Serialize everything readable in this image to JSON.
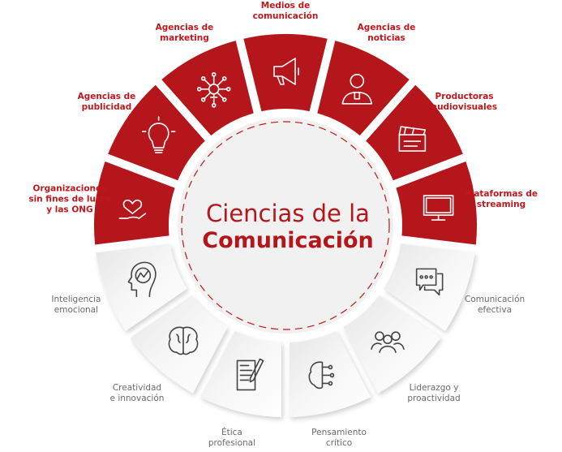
{
  "title": {
    "line1": "Ciencias de la",
    "line2": "Comunicación"
  },
  "colors": {
    "accent": "#b5161b",
    "segment_gray": "#f0f0f0",
    "label_gray": "#6a6a6a",
    "center_fill": "#f1f1f1"
  },
  "sectors": [
    {
      "label": [
        "Organizaciones",
        "sin fines de lucro",
        "y las ONG"
      ],
      "icon": "heart-hand-icon",
      "group": "red"
    },
    {
      "label": [
        "Agencias de",
        "publicidad"
      ],
      "icon": "lightbulb-icon",
      "group": "red"
    },
    {
      "label": [
        "Agencias de",
        "marketing"
      ],
      "icon": "network-bulb-icon",
      "group": "red"
    },
    {
      "label": [
        "Medios de",
        "comunicación"
      ],
      "icon": "megaphone-icon",
      "group": "red"
    },
    {
      "label": [
        "Agencias de",
        "noticias"
      ],
      "icon": "news-anchor-icon",
      "group": "red"
    },
    {
      "label": [
        "Productoras",
        "audiovisuales"
      ],
      "icon": "clapperboard-icon",
      "group": "red"
    },
    {
      "label": [
        "Plataformas de",
        "streaming"
      ],
      "icon": "monitor-icon",
      "group": "red"
    },
    {
      "label": [
        "Comunicación",
        "efectiva"
      ],
      "icon": "chat-bubbles-icon",
      "group": "gray"
    },
    {
      "label": [
        "Liderazgo y",
        "proactividad"
      ],
      "icon": "team-icon",
      "group": "gray"
    },
    {
      "label": [
        "Pensamiento",
        "crítico"
      ],
      "icon": "brain-circuit-icon",
      "group": "gray"
    },
    {
      "label": [
        "Ética",
        "profesional"
      ],
      "icon": "document-pen-icon",
      "group": "gray"
    },
    {
      "label": [
        "Creatividad",
        "e innovación"
      ],
      "icon": "brain-icon",
      "group": "gray"
    },
    {
      "label": [
        "Inteligencia",
        "emocional"
      ],
      "icon": "head-growth-icon",
      "group": "gray"
    }
  ]
}
